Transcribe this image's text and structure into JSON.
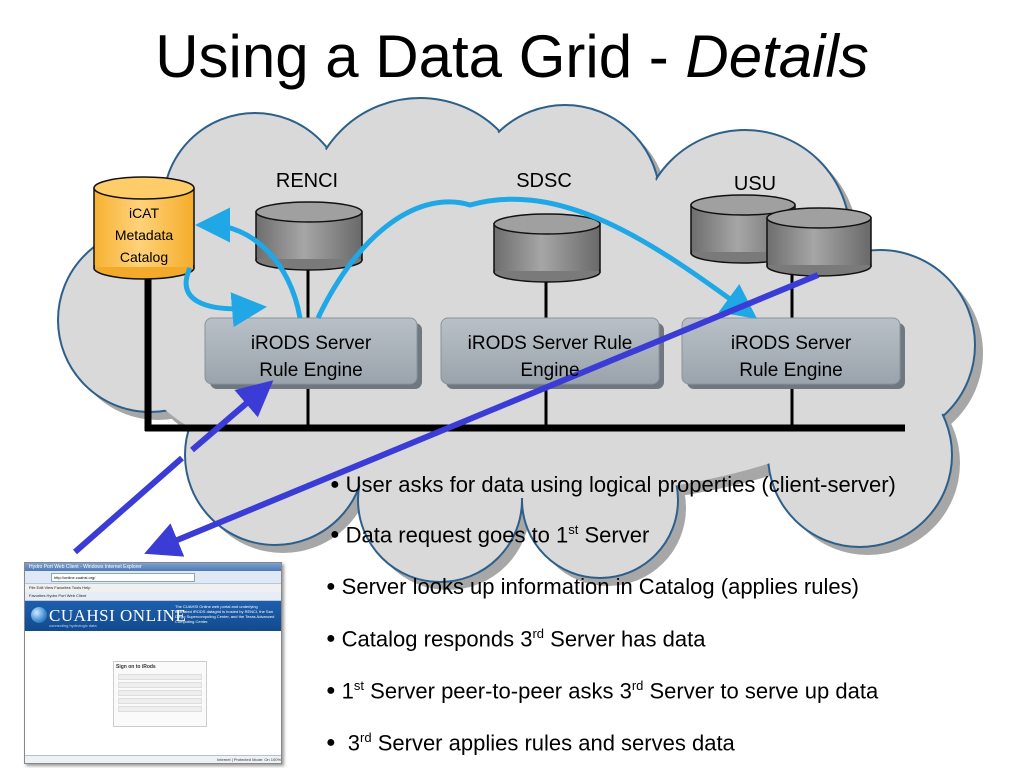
{
  "title": {
    "main": "Using a Data Grid - ",
    "emphasis": "Details"
  },
  "sites": {
    "renci": "RENCI",
    "sdsc": "SDSC",
    "usu": "USU"
  },
  "catalog": {
    "line1": "iCAT",
    "line2": "Metadata",
    "line3": "Catalog"
  },
  "servers": {
    "renci": {
      "line1": "iRODS Server",
      "line2": "Rule Engine"
    },
    "sdsc": {
      "line1": "iRODS Server Rule",
      "line2": "Engine"
    },
    "usu": {
      "line1": "iRODS Server",
      "line2": "Rule Engine"
    }
  },
  "bullets": [
    {
      "pre": "User asks for data using logical properties (client-server)",
      "sup": "",
      "post": ""
    },
    {
      "pre": "Data request goes to 1",
      "sup": "st",
      "post": " Server"
    },
    {
      "pre": "Server looks up information in Catalog (applies rules)",
      "sup": "",
      "post": ""
    },
    {
      "pre": "Catalog responds 3",
      "sup": "rd",
      "post": " Server  has data"
    },
    {
      "pre": "1",
      "sup": "st",
      "post": " Server peer-to-peer asks 3",
      "sup2": "rd",
      "post2": "  Server to serve up data"
    },
    {
      "pre": " 3",
      "sup": "rd",
      "post": " Server applies rules and serves data"
    }
  ],
  "browser": {
    "window_title": "Hydro Port Web Client - Windows Internet Explorer",
    "address": "http://online.cuahsi.org/",
    "menu": "File  Edit  View  Favorites  Tools  Help",
    "favorites": "Favorites   Hydro Port Web Client",
    "logo": "CUAHSI ONLINE",
    "tagline": "connecting hydrologic data",
    "description": "The CUAHSI Online web portal and underlying federated iRODS datagrid is hosted by RENCI, the San Diego Supercomputing Center, and the Texas Advanced Computing Center.",
    "signin_title": "Sign on to iRods",
    "status": "Internet | Protected Mode: On    100%"
  },
  "colors": {
    "cloud_fill": "#d9d9d9",
    "cloud_stroke": "#2c5f8a",
    "server_box": "#a9b1b9",
    "catalog_fill": "#ffc34d",
    "arrow_cyan": "#1fa7e6",
    "arrow_blue": "#3b3bd6",
    "disk_fill": "#8c8c8c"
  }
}
